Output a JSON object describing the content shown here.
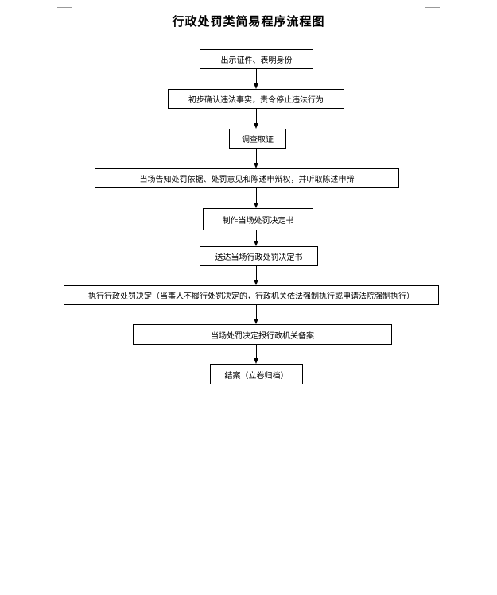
{
  "title": "行政处罚类简易程序流程图",
  "steps": [
    "出示证件、表明身份",
    "初步确认违法事实，责令停止违法行为",
    "调查取证",
    "当场告知处罚依据、处罚意见和陈述申辩权，并听取陈述申辩",
    "制作当场处罚决定书",
    "送达当场行政处罚决定书",
    "执行行政处罚决定（当事人不履行处罚决定的，行政机关依法强制执行或申请法院强制执行）",
    "当场处罚决定报行政机关备案",
    "结案（立卷归档）"
  ]
}
